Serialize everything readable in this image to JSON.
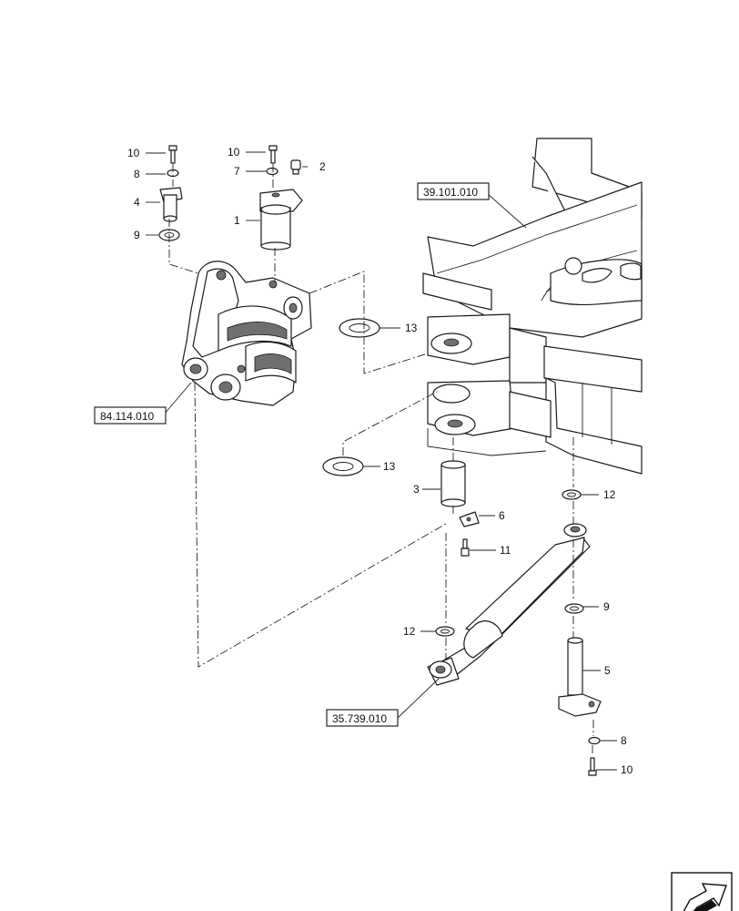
{
  "references": {
    "frame": "39.101.010",
    "axle": "84.114.010",
    "cylinder": "35.739.010"
  },
  "callouts": {
    "c1": "1",
    "c2": "2",
    "c3": "3",
    "c4": "4",
    "c5": "5",
    "c6": "6",
    "c7": "7",
    "c8a": "8",
    "c8b": "8",
    "c9a": "9",
    "c9b": "9",
    "c10a": "10",
    "c10b": "10",
    "c10c": "10",
    "c11": "11",
    "c12a": "12",
    "c12b": "12",
    "c13a": "13",
    "c13b": "13"
  },
  "nav_icon": "page-arrow-icon"
}
